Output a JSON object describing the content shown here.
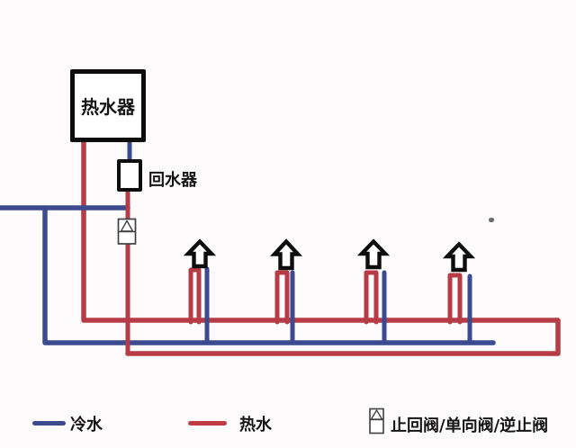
{
  "colors": {
    "cold_line": "#3c4a90",
    "hot_line": "#b73b44",
    "hot_line_bright": "#c23c45",
    "outline": "#0d0d0d",
    "valve_stroke": "#3f3f3f",
    "background": "#fdfbfb"
  },
  "labels": {
    "heater": "热水器",
    "return_device": "回水器"
  },
  "legend": {
    "cold": "冷水",
    "hot": "热水",
    "valve": "止回阀/单向阀/逆止阀"
  },
  "icons": {
    "outlet-arrow-icon": "⇧",
    "check-valve-icon": "△ inside rectangle"
  }
}
